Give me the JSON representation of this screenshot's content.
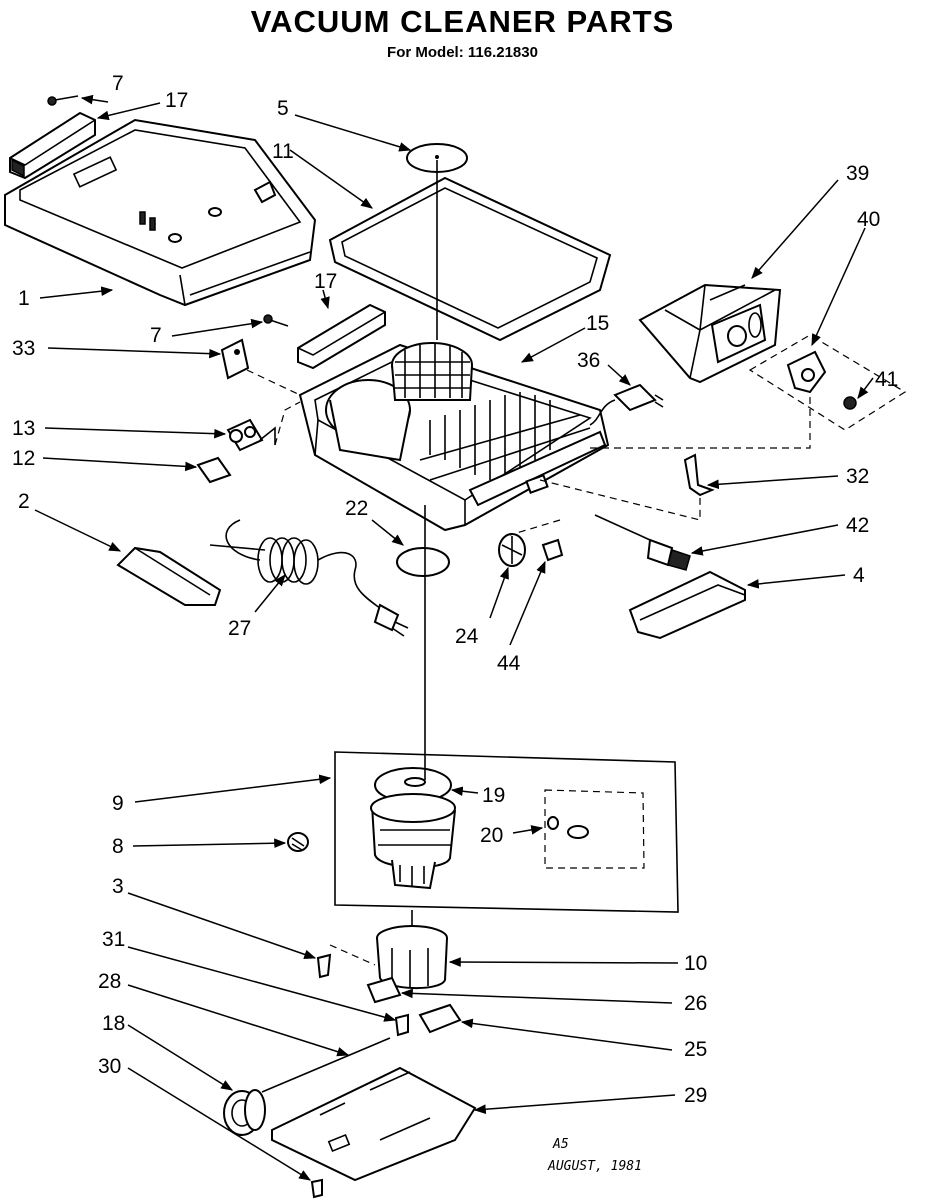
{
  "header": {
    "title": "VACUUM CLEANER PARTS",
    "subtitle": "For Model: 116.21830"
  },
  "footer": {
    "code": "A5",
    "date": "AUGUST, 1981"
  },
  "part_labels": {
    "p1": "1",
    "p2": "2",
    "p3": "3",
    "p4": "4",
    "p5": "5",
    "p7a": "7",
    "p7b": "7",
    "p8": "8",
    "p9": "9",
    "p10": "10",
    "p11": "11",
    "p12": "12",
    "p13": "13",
    "p15": "15",
    "p17a": "17",
    "p17b": "17",
    "p18": "18",
    "p19": "19",
    "p20": "20",
    "p22": "22",
    "p24": "24",
    "p25": "25",
    "p26": "26",
    "p27": "27",
    "p28": "28",
    "p29": "29",
    "p30": "30",
    "p31": "31",
    "p32": "32",
    "p33": "33",
    "p36": "36",
    "p39": "39",
    "p40": "40",
    "p41": "41",
    "p42": "42",
    "p44": "44"
  }
}
